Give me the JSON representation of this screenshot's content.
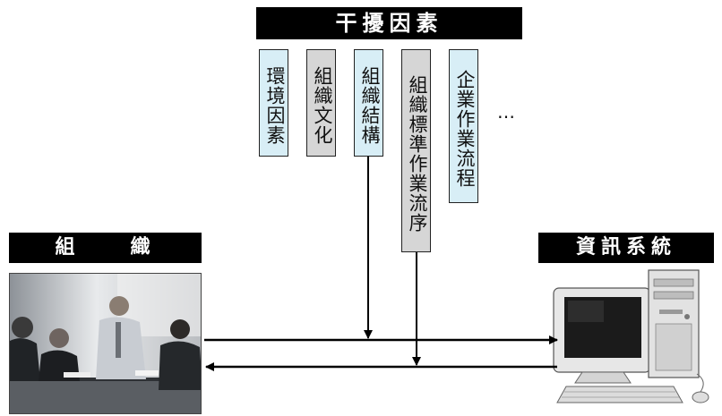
{
  "header": {
    "title": "干擾因素"
  },
  "factors": [
    {
      "label": "環境因素",
      "tone": "blue"
    },
    {
      "label": "組織文化",
      "tone": "gray"
    },
    {
      "label": "組織結構",
      "tone": "blue"
    },
    {
      "label": "組織標準作業流序",
      "tone": "gray"
    },
    {
      "label": "企業作業流程",
      "tone": "blue"
    }
  ],
  "more_marker": "…",
  "left_entity": {
    "label": "組　　織"
  },
  "right_entity": {
    "label": "資訊系統"
  },
  "colors": {
    "blue_box": "#d8eef6",
    "gray_box": "#d6d6d6",
    "header_bg": "#000000"
  },
  "icons": {
    "photo": "meeting-photo",
    "computer": "desktop-computer-icon"
  }
}
